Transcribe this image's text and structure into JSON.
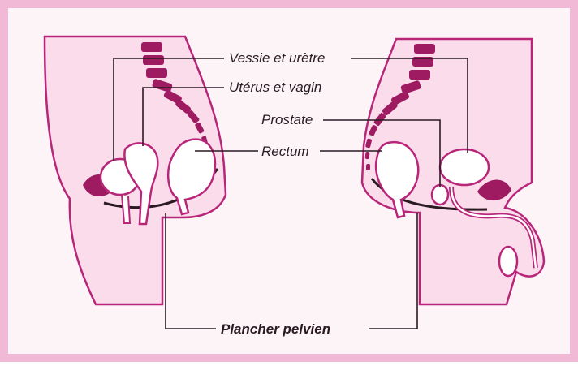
{
  "labels": {
    "bladder_urethra": "Vessie et urètre",
    "uterus_vagina": "Utérus et vagin",
    "prostate": "Prostate",
    "rectum": "Rectum",
    "pelvic_floor": "Plancher pelvien"
  },
  "colors": {
    "frame": "#f2b9d7",
    "skin": "#fadcea",
    "outline": "#b8267a",
    "dark": "#9e1b62",
    "line": "#2a1a22",
    "paper": "#fdf4f8"
  }
}
